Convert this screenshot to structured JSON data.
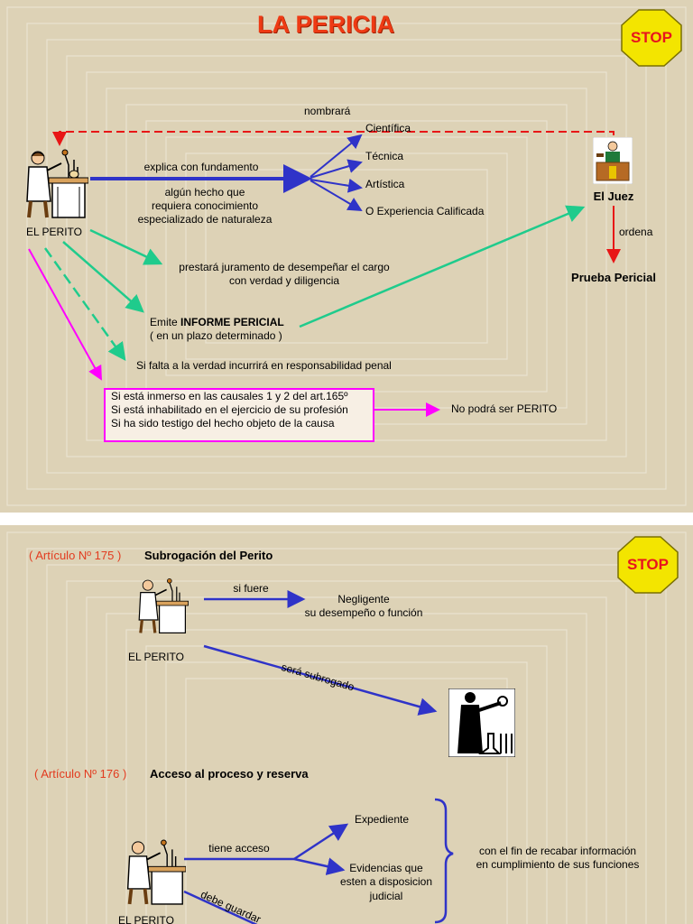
{
  "colors": {
    "title": "#ee3a14",
    "blue_arrow": "#2f33c8",
    "green_arrow": "#1fcb8c",
    "red_arrow": "#e81616",
    "magenta": "#ff00ff",
    "background": "#d8cdb0"
  },
  "slide1": {
    "title": "LA PERICIA",
    "stop": "STOP",
    "nombrara": "nombrará",
    "perito_label": "EL PERITO",
    "juez_label": "El Juez",
    "ordena": "ordena",
    "prueba": "Prueba Pericial",
    "explica": "explica con fundamento",
    "hecho": [
      "algún hecho que",
      "requiera conocimiento",
      "especializado de naturaleza"
    ],
    "types": [
      "Científica",
      "Técnica",
      "Artística",
      "O Experiencia Calificada"
    ],
    "juramento": [
      "prestará juramento de desempeñar el cargo",
      "con verdad y diligencia"
    ],
    "emite_prefix": "Emite",
    "emite_bold": "INFORME PERICIAL",
    "emite_line2": "( en un plazo determinado )",
    "falta": "Si falta a la verdad incurrirá en responsabilidad penal",
    "causales": [
      "Si está inmerso en las causales 1 y 2 del art.165º",
      "Si está inhabilitado en el ejercicio de su profesión",
      "Si ha sido testigo del hecho objeto de la causa"
    ],
    "no_podra": "No podrá ser PERITO"
  },
  "slide2": {
    "stop": "STOP",
    "art175": "( Artículo Nº 175 )",
    "art175_title": "Subrogación del Perito",
    "perito1": "EL PERITO",
    "si_fuere": "si fuere",
    "negligente": [
      "Negligente",
      "su desempeño o función"
    ],
    "subrogado": "será subrogado",
    "art176": "( Artículo Nº 176 )",
    "art176_title": "Acceso al proceso y reserva",
    "perito2": "EL PERITO",
    "tiene_acceso": "tiene acceso",
    "expediente": "Expediente",
    "evidencias": [
      "Evidencias que",
      "esten a disposicion",
      "judicial"
    ],
    "fin": [
      "con el fin de recabar información",
      "en cumplimiento de sus funciones"
    ],
    "debe_guardar": "debe guardar"
  }
}
